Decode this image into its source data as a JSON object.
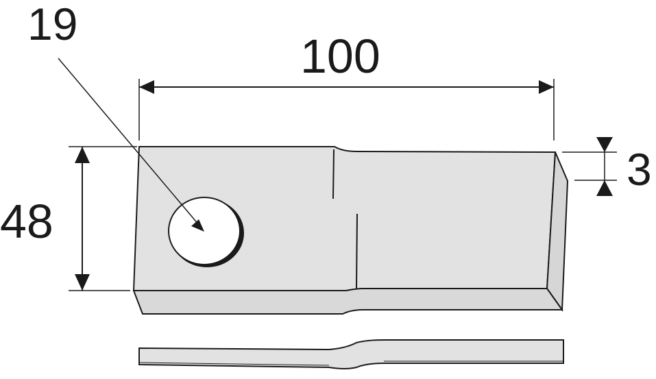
{
  "dimensions": {
    "hole_diameter": "19",
    "length": "100",
    "width": "48",
    "thickness": "3"
  },
  "colors": {
    "fill": "#e2e2e2",
    "stroke": "#1a1a1a",
    "hole": "#ffffff"
  }
}
